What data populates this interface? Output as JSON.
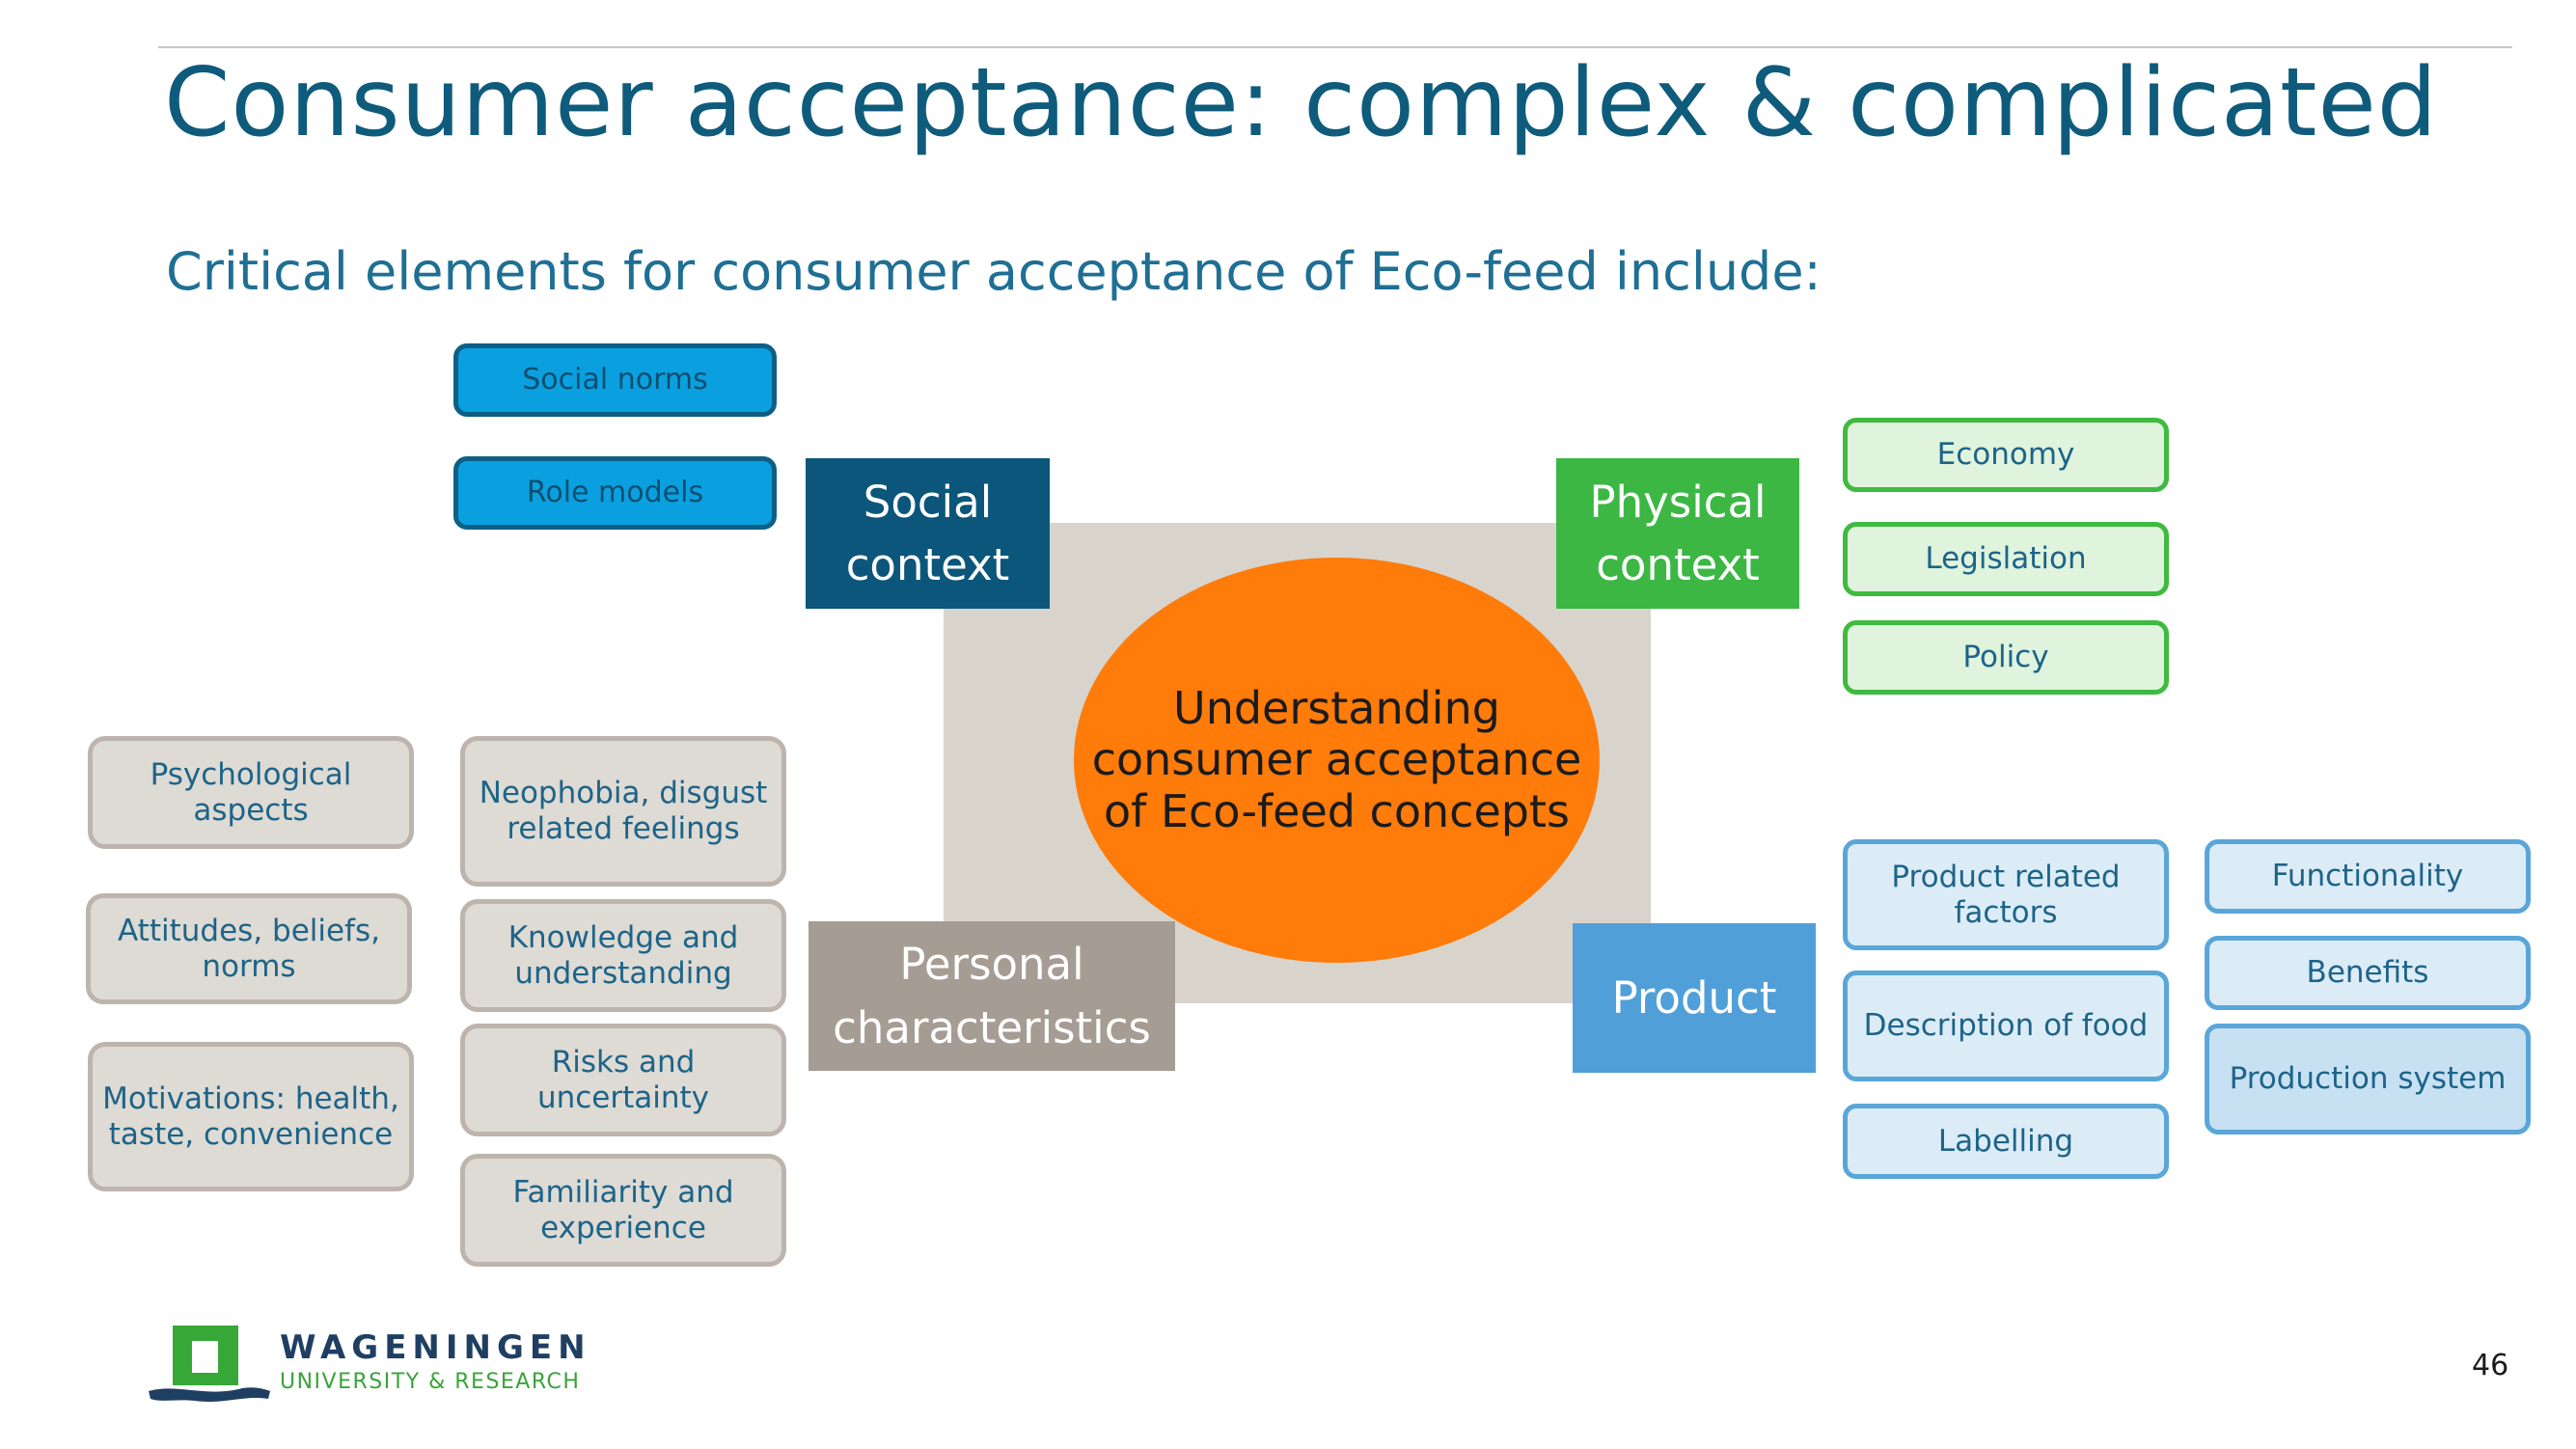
{
  "title": "Consumer acceptance: complex & complicated",
  "subtitle": "Critical elements for consumer acceptance of Eco-feed include:",
  "center": "Understanding consumer acceptance of Eco-feed concepts",
  "social": {
    "heading": "Social context",
    "items": [
      "Social norms",
      "Role models"
    ]
  },
  "physical": {
    "heading": "Physical context",
    "items": [
      "Economy",
      "Legislation",
      "Policy"
    ]
  },
  "personal": {
    "heading": "Personal characteristics",
    "left_items": [
      "Psychological aspects",
      "Attitudes, beliefs, norms",
      "Motivations: health, taste, convenience"
    ],
    "right_items": [
      "Neophobia, disgust related feelings",
      "Knowledge and understanding",
      "Risks and uncertainty",
      "Familiarity and experience"
    ]
  },
  "product": {
    "heading": "Product",
    "left_items": [
      "Product related factors",
      "Description of food",
      "Labelling"
    ],
    "right_items": [
      "Functionality",
      "Benefits",
      "Production system"
    ]
  },
  "logo": {
    "name": "WAGENINGEN",
    "tagline": "UNIVERSITY & RESEARCH"
  },
  "page_number": "46",
  "colors": {
    "title": "#0f5b7c",
    "social": "#0b567a",
    "social_items": "#0aa0e0",
    "physical": "#3cb744",
    "personal": "#a59c93",
    "product": "#519fd8",
    "center": "#ff7b0a",
    "center_backdrop": "#d8d4cc"
  }
}
